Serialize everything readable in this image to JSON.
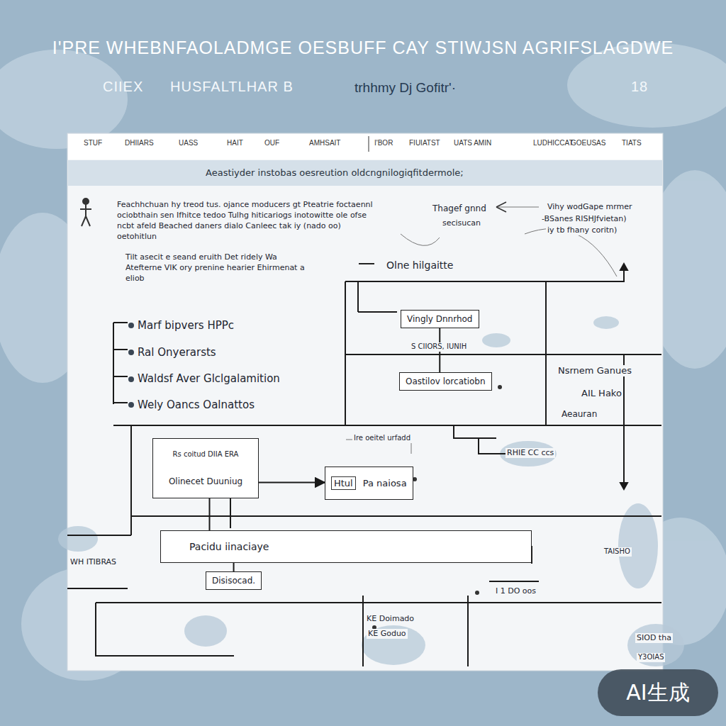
{
  "diagram": {
    "title": "I'PRE WHEBNFAOLADMGE OESBUFF CAY STIWJSN AGRIFSLAGDWE",
    "nodes": [
      {
        "text": [
          "Vingly Dnnrhod"
        ]
      },
      {
        "text": [
          "Oastilov lorcatiobn"
        ]
      },
      {
        "text": [
          "Rs coitud DIIA ERA",
          "Olinecet Duuniug"
        ]
      },
      {
        "text": [
          "Htul",
          "Pa naiosa"
        ]
      },
      {
        "text": [
          "Pacidu iinaciaye"
        ]
      },
      {
        "text": [
          "Disisocad."
        ]
      }
    ],
    "edges": [
      {
        "from": 0,
        "to": 1,
        "arrow": "none"
      },
      {
        "from": 2,
        "to": 3,
        "arrow": "to"
      },
      {
        "from": 2,
        "to": 4,
        "arrow": "none"
      },
      {
        "from": 4,
        "to": 5,
        "arrow": "none"
      }
    ],
    "labels": [
      "CIIEX",
      "HUSFALTLHAR B",
      "trhhmy Dj Gofitr'·",
      "18",
      "STUF",
      "DHIIARS",
      "UASS",
      "HAIT",
      "OUF",
      "AMHSAIT",
      "I'BOR",
      "FIUIATST",
      "UATS AMIN",
      "LUDHICCAT",
      "GOEUSAS",
      "TIATS",
      "Aeastiyder instobas oesreution oldcngnilogiqfitdermole;",
      "Feachhchuan hy treod tus. ojance moducers gt Pteatrie foctaennl ociobthain sen Ifhitce tedoo Tulhg hiticariogs inotowitte ole ofse ncbt afeld Beached daners dialo Canleec tak iy (nado oo) oetohitlun",
      "Tilt asecit e seand eruith Det ridely Wa Atefterne VIK ory prenine hearier Ehirmenat a eliob",
      "Marf bipvers HPPc",
      "Ral Onyerarsts",
      "Waldsf Aver Glclgalamition",
      "Wely Oancs Oalnattos",
      "Thagef gnnd",
      "secisucan",
      "Vihy wodGape mrmer",
      "-BSanes RISHJfvietan)",
      "iy tb fhany coritn)",
      "Olne hilgaitte",
      "S CIIORS, IUNIH",
      "Nsrnem Ganues",
      "AIL Hako",
      "Aeauran",
      "Ire oeitel urfadd",
      "RHIE CC ccs",
      "WH ITIBRAS",
      "TAISHO",
      "I 1 DO oos",
      "KE Doimado",
      "KE Goduo",
      "SIOD tha",
      "Y3OIAS",
      "AI生成"
    ]
  }
}
